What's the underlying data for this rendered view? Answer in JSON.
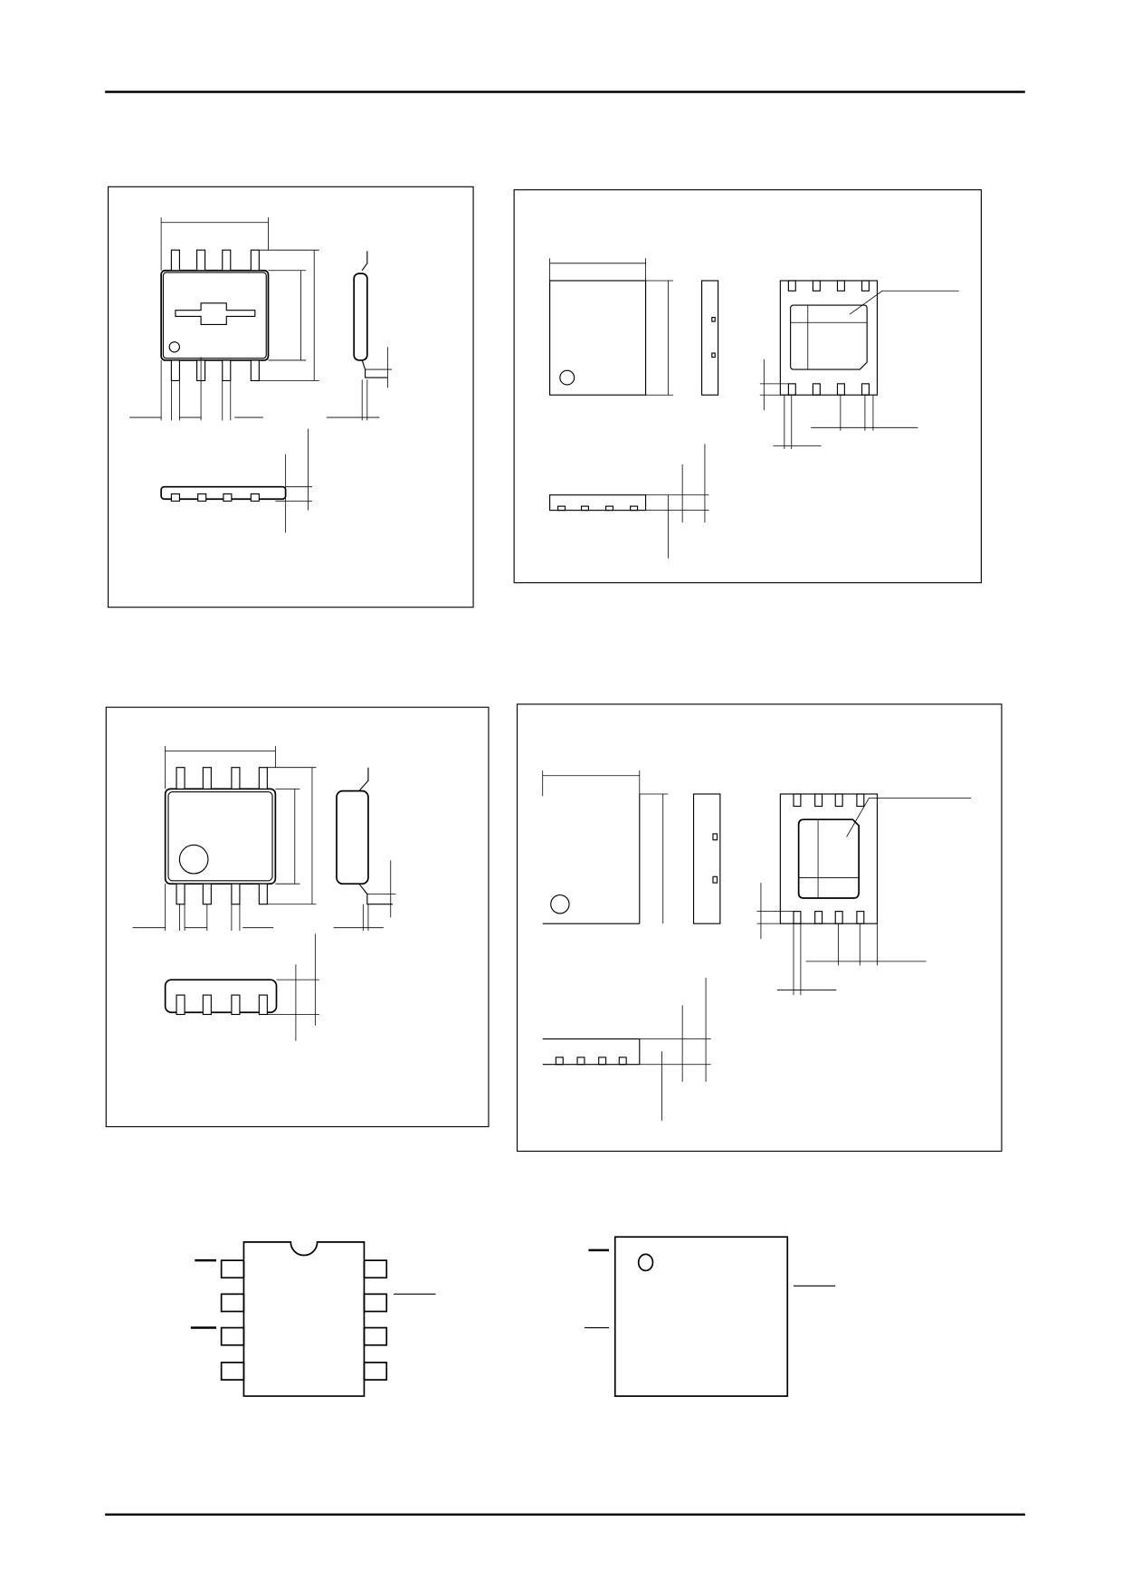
{
  "colors": {
    "line": "#000000",
    "background": "#ffffff"
  },
  "drawings": [
    {
      "kind": "sop8-package-outline"
    },
    {
      "kind": "dfn8-package-outline"
    },
    {
      "kind": "sop8-package-outline-variant"
    },
    {
      "kind": "dfn8-package-outline-variant"
    },
    {
      "kind": "sop8-pin-assignment"
    },
    {
      "kind": "dfn8-pin-assignment"
    }
  ]
}
